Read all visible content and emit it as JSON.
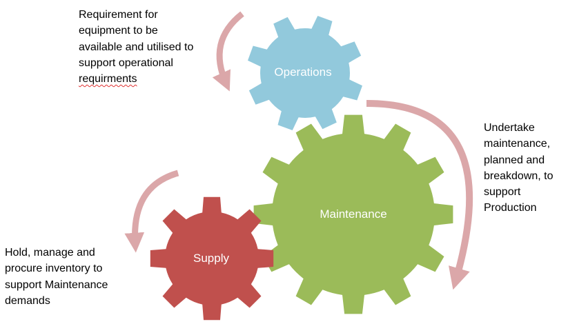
{
  "diagram": {
    "gears": {
      "operations": {
        "label": "Operations",
        "color": "#92c9dc"
      },
      "maintenance": {
        "label": "Maintenance",
        "color": "#9bbb59"
      },
      "supply": {
        "label": "Supply",
        "color": "#c0504d"
      }
    },
    "arrow_color": "#dba7a9",
    "notes": {
      "operations": {
        "lines": [
          "Requirement for",
          "equipment to be",
          "available and utilised to",
          "support operational",
          "requirments"
        ]
      },
      "maintenance": {
        "lines": [
          "Undertake",
          "maintenance,",
          "planned and",
          "breakdown, to",
          "support",
          "Production"
        ]
      },
      "supply": {
        "lines": [
          "Hold, manage and",
          "procure inventory to",
          "support Maintenance",
          "demands"
        ]
      }
    }
  }
}
